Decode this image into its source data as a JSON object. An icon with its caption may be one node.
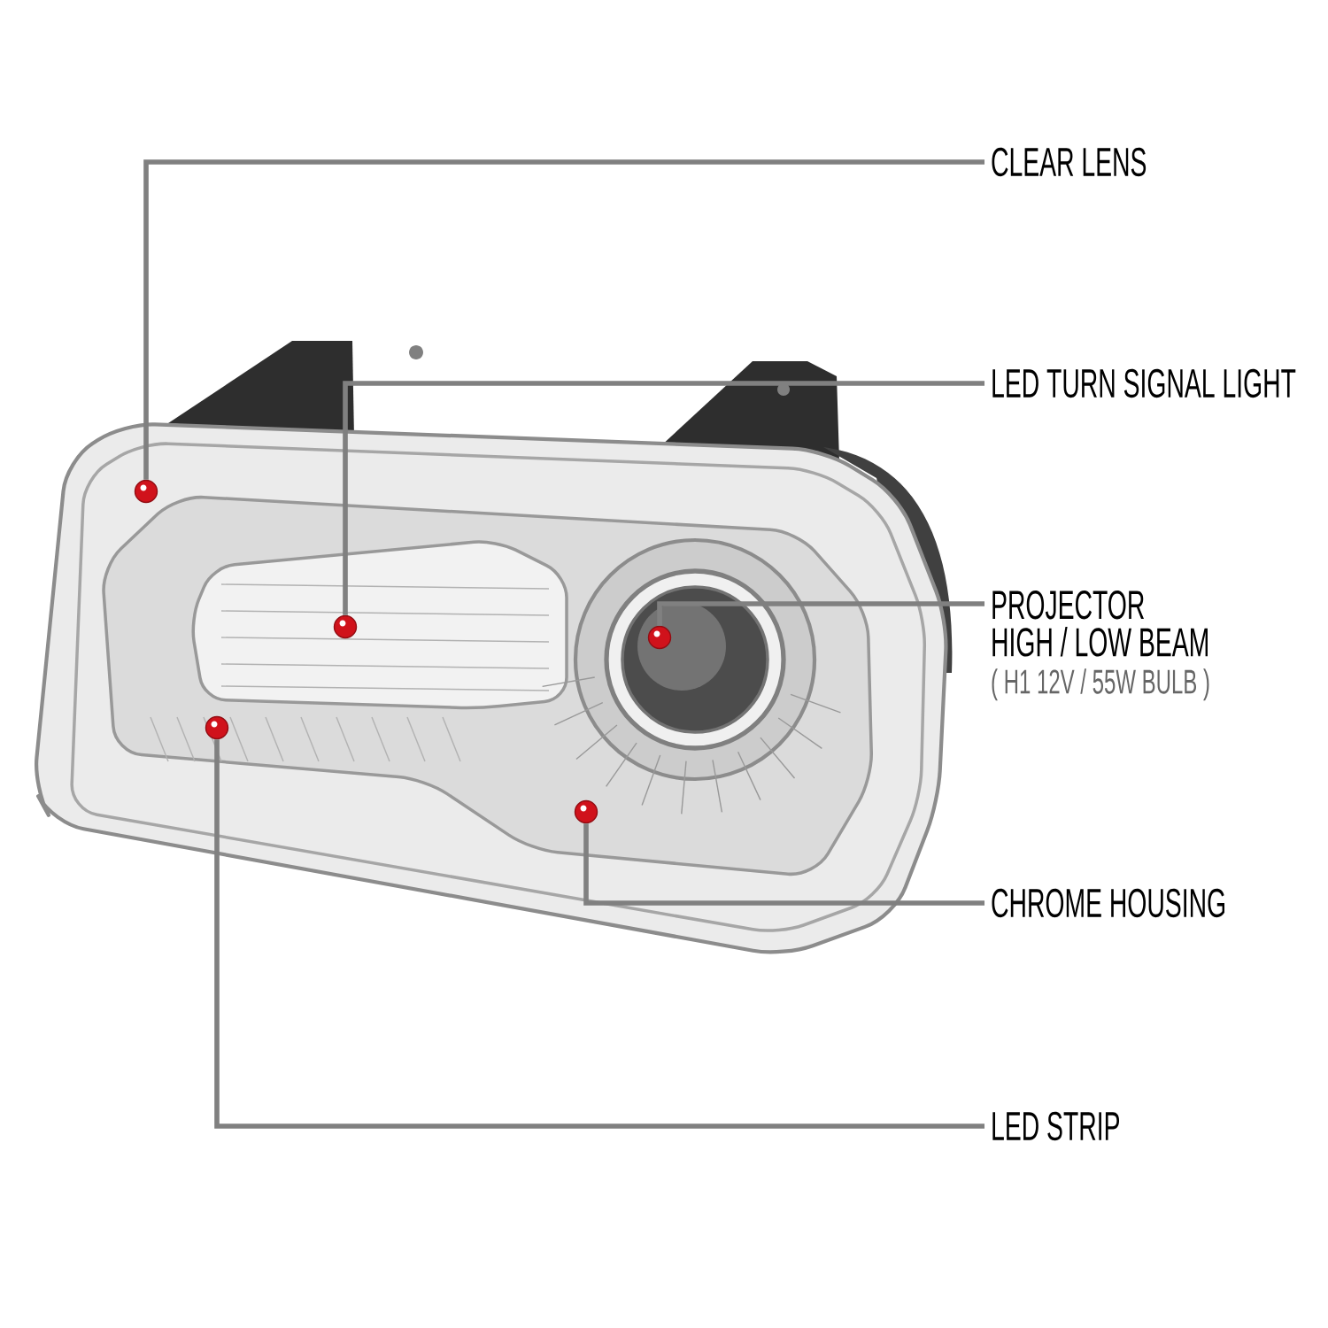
{
  "diagram": {
    "nodes": [
      {
        "text": [
          "CLEAR LENS"
        ]
      },
      {
        "text": [
          "LED TURN SIGNAL LIGHT"
        ]
      },
      {
        "text": [
          "PROJECTOR",
          "HIGH / LOW BEAM",
          "( H1 12V / 55W BULB )"
        ]
      },
      {
        "text": [
          "CHROME HOUSING"
        ]
      },
      {
        "text": [
          "LED STRIP"
        ]
      },
      {
        "text": [],
        "shape": "circle"
      },
      {
        "text": [],
        "shape": "circle"
      },
      {
        "text": [],
        "shape": "circle"
      },
      {
        "text": [],
        "shape": "circle"
      },
      {
        "text": [],
        "shape": "circle"
      }
    ],
    "edges": [
      {
        "from": 0,
        "to": 5,
        "arrow": "none"
      },
      {
        "from": 1,
        "to": 7,
        "arrow": "none"
      },
      {
        "from": 2,
        "to": 9,
        "arrow": "none"
      },
      {
        "from": 3,
        "to": 8,
        "arrow": "none"
      },
      {
        "from": 4,
        "to": 6,
        "arrow": "none"
      }
    ]
  }
}
